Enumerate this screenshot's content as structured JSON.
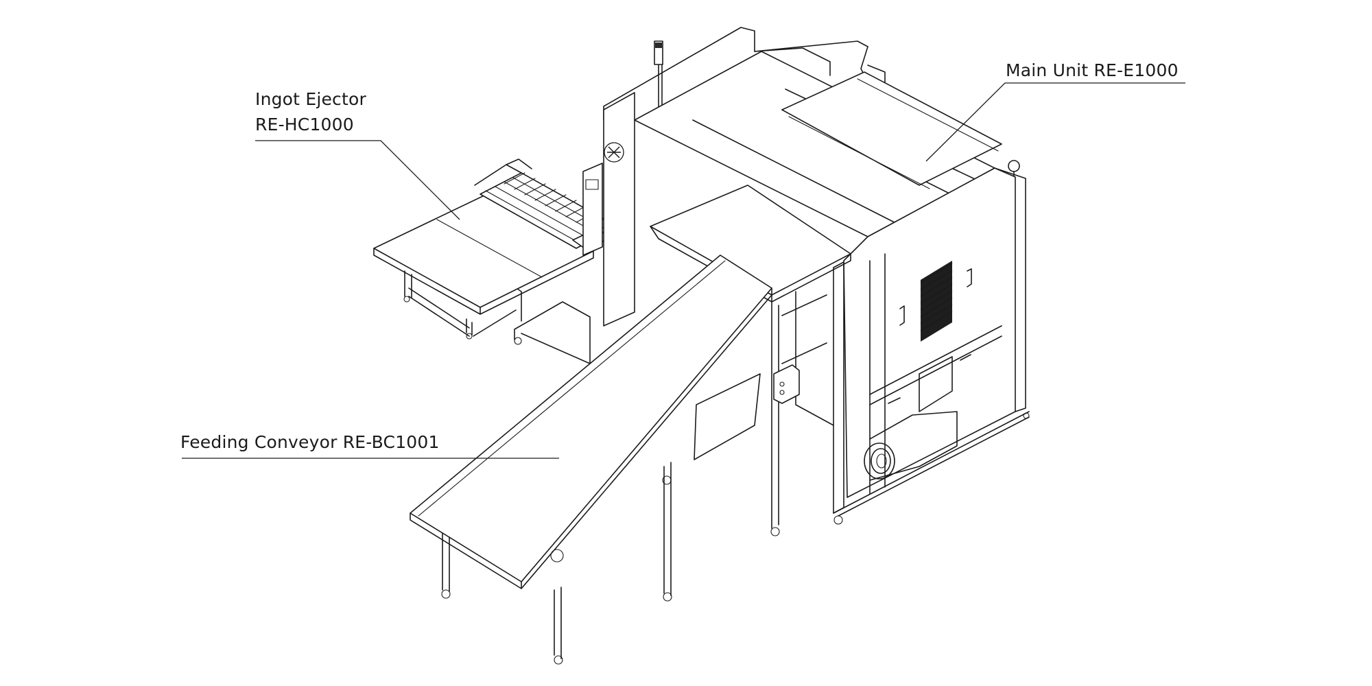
{
  "callouts": {
    "ingot_ejector": {
      "line1": "Ingot Ejector",
      "line2": "RE-HC1000"
    },
    "main_unit": {
      "label": "Main Unit RE-E1000"
    },
    "feeding_conveyor": {
      "label": "Feeding Conveyor RE-BC1001"
    }
  },
  "colors": {
    "line": "#1a1a1a",
    "background": "#ffffff"
  }
}
